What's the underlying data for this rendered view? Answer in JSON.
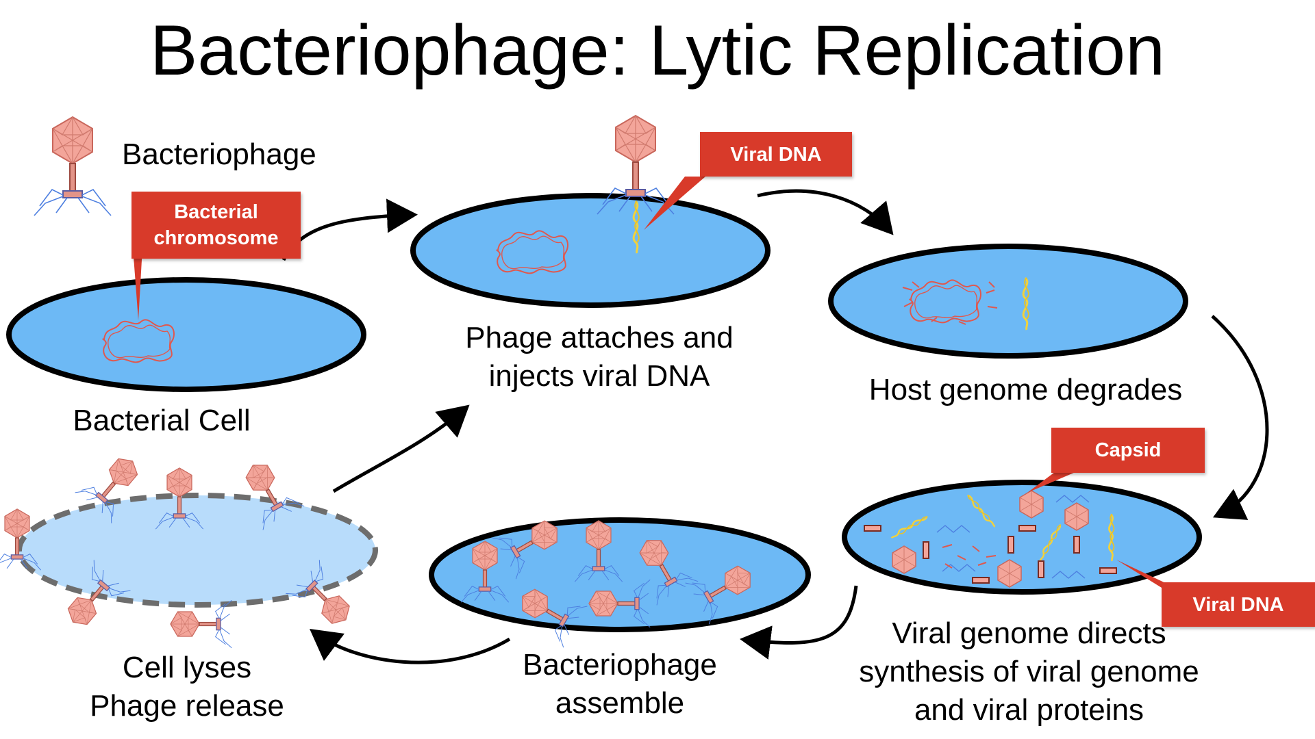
{
  "title": "Bacteriophage: Lytic Replication",
  "legend": {
    "label": "Bacteriophage"
  },
  "stages": [
    {
      "lines": [
        "Bacterial Cell"
      ]
    },
    {
      "lines": [
        "Phage attaches and",
        "injects viral DNA"
      ]
    },
    {
      "lines": [
        "Host genome degrades"
      ]
    },
    {
      "lines": [
        "Viral genome directs",
        "synthesis of viral genome",
        "and viral proteins"
      ]
    },
    {
      "lines": [
        "Bacteriophage",
        "assemble"
      ]
    },
    {
      "lines": [
        "Cell lyses",
        "Phage release"
      ]
    }
  ],
  "callouts": {
    "bacterial_chromosome": [
      "Bacterial",
      "chromosome"
    ],
    "viral_dna_top": "Viral DNA",
    "capsid": "Capsid",
    "viral_dna_bottom": "Viral DNA"
  },
  "colors": {
    "cell_fill": "#6db9f5",
    "lysed_fill": "#b8dcfb",
    "callout": "#d83a2a",
    "capsid": "#f3a59a",
    "chromosome": "#e0584e",
    "viral_dna": "#f2d23c"
  }
}
